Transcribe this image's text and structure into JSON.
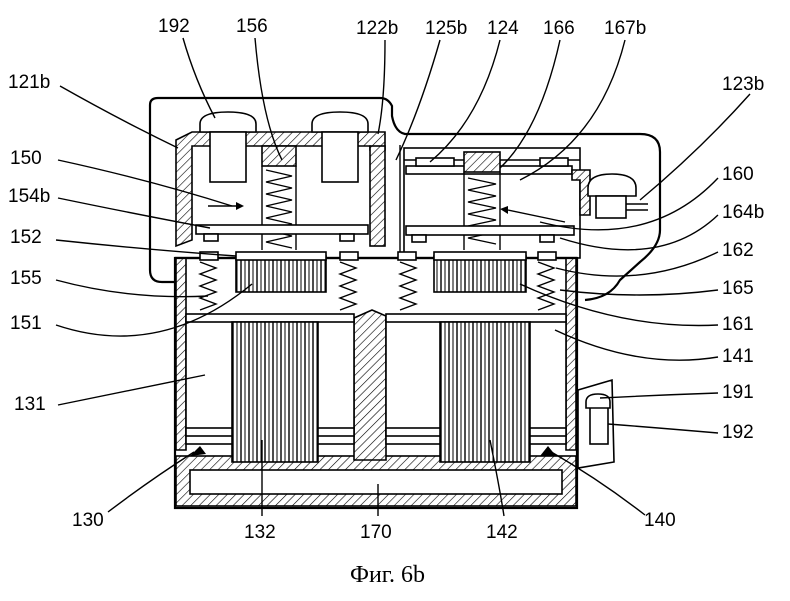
{
  "figure": {
    "caption": "Фиг. 6b",
    "labels": {
      "l192_top": "192",
      "l156": "156",
      "l122b": "122b",
      "l125b": "125b",
      "l124": "124",
      "l166": "166",
      "l167b": "167b",
      "l121b": "121b",
      "l123b": "123b",
      "l150": "150",
      "l160": "160",
      "l154b": "154b",
      "l164b": "164b",
      "l152": "152",
      "l162": "162",
      "l155": "155",
      "l165": "165",
      "l151": "151",
      "l161": "161",
      "l141": "141",
      "l131": "131",
      "l191": "191",
      "l192_right": "192",
      "l130": "130",
      "l132": "132",
      "l170": "170",
      "l142": "142",
      "l140": "140"
    }
  }
}
